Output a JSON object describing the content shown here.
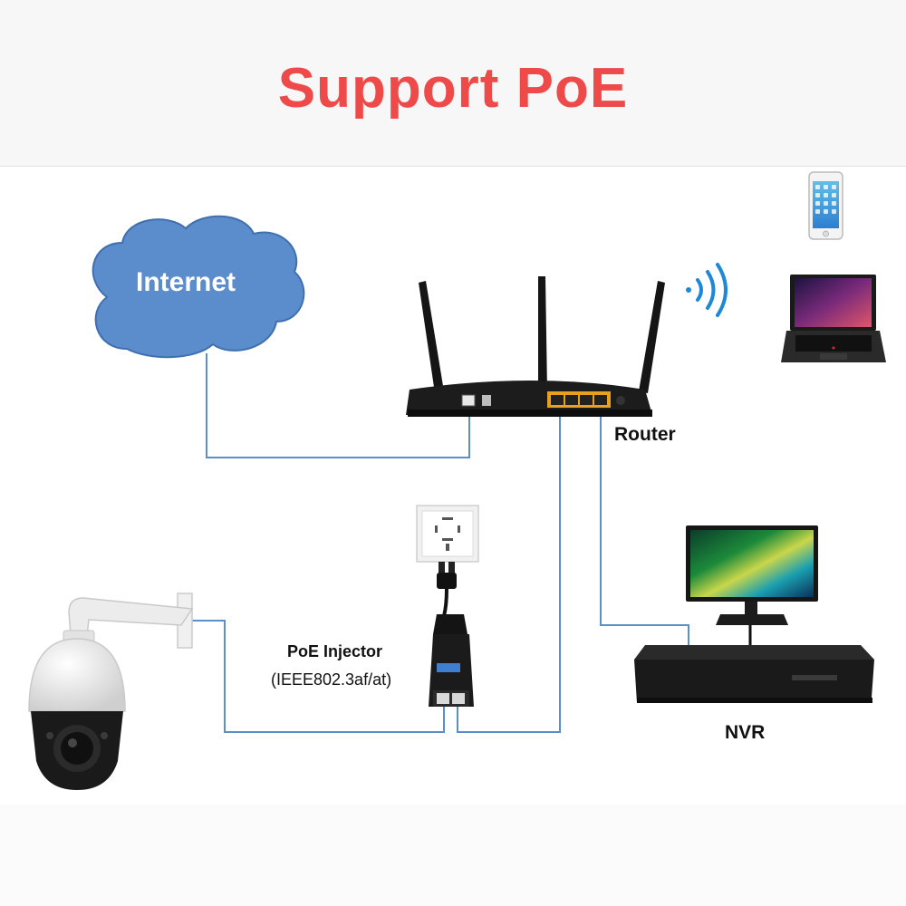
{
  "title": "Support PoE",
  "colors": {
    "title": "#ef4a4a",
    "cable": "#5a8fc8",
    "cloud_fill": "#5b8ccb",
    "cloud_stroke": "#3f6fae",
    "wifi": "#1e88d8"
  },
  "labels": {
    "internet": "Internet",
    "router": "Router",
    "nvr": "NVR",
    "poe_injector": "PoE Injector",
    "poe_standard": "(IEEE802.3af/at)"
  },
  "icons": [
    "cloud-icon",
    "router-icon",
    "wifi-signal-icon",
    "smartphone-icon",
    "laptop-icon",
    "wall-socket-icon",
    "poe-injector-icon",
    "ptz-camera-icon",
    "monitor-icon",
    "nvr-icon"
  ]
}
